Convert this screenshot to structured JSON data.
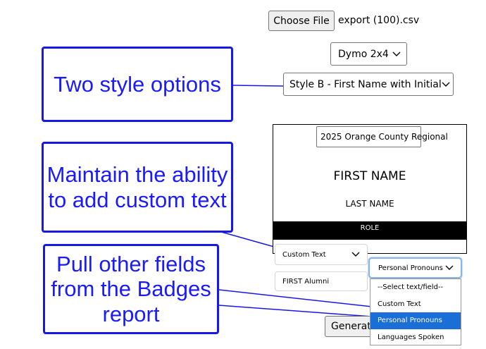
{
  "file_picker": {
    "button_label": "Choose File",
    "file_name": "export (100).csv"
  },
  "label_select": {
    "value": "Dymo 2x4"
  },
  "style_select": {
    "value": "Style B - First Name with Initial"
  },
  "badge": {
    "event_title": "2025 Orange County Regional",
    "first_name": "FIRST NAME",
    "last_name": "LAST NAME",
    "role": "ROLE"
  },
  "custom_field_select": {
    "value": "Custom Text"
  },
  "custom_text_input": {
    "value": "FIRST Alumni"
  },
  "field_select": {
    "value": "Personal Pronouns",
    "options": [
      "--Select text/field--",
      "Custom Text",
      "Personal Pronouns",
      "Languages Spoken"
    ]
  },
  "generate_button": {
    "label": "Generate"
  },
  "callouts": {
    "style_options": "Two style options",
    "custom_text": "Maintain the ability to add custom text",
    "other_fields": "Pull other fields from the Badges report"
  },
  "colors": {
    "callout_blue": "#1818e6",
    "selected_option": "#1a6fd6"
  }
}
